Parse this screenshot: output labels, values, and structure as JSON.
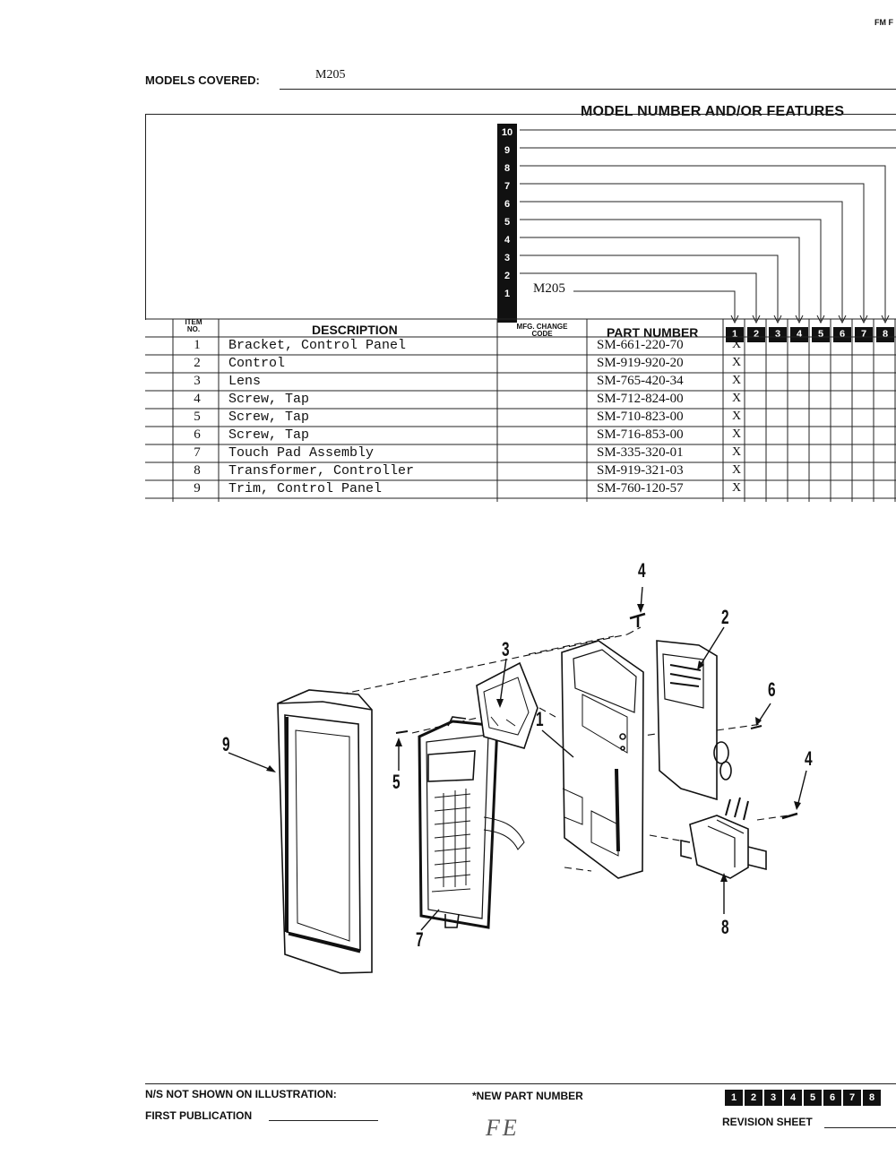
{
  "header": {
    "corner_code": "FM F",
    "models_covered_label": "MODELS COVERED:",
    "models_covered_value": "M205",
    "features_title": "MODEL NUMBER AND/OR FEATURES"
  },
  "model_slots": [
    "10",
    "9",
    "8",
    "7",
    "6",
    "5",
    "4",
    "3",
    "2",
    "1"
  ],
  "model_1_name": "M205",
  "table_header": {
    "item_no": "ITEM NO.",
    "description": "DESCRIPTION",
    "mfg_change_code": "MFG. CHANGE CODE",
    "part_number": "PART NUMBER",
    "columns": [
      "1",
      "2",
      "3",
      "4",
      "5",
      "6",
      "7",
      "8"
    ]
  },
  "parts": [
    {
      "item": "1",
      "description": "Bracket, Control Panel",
      "part_number": "SM-661-220-70",
      "mark": "X"
    },
    {
      "item": "2",
      "description": "Control",
      "part_number": "SM-919-920-20",
      "mark": "X"
    },
    {
      "item": "3",
      "description": "Lens",
      "part_number": "SM-765-420-34",
      "mark": "X"
    },
    {
      "item": "4",
      "description": "Screw, Tap",
      "part_number": "SM-712-824-00",
      "mark": "X"
    },
    {
      "item": "5",
      "description": "Screw, Tap",
      "part_number": "SM-710-823-00",
      "mark": "X"
    },
    {
      "item": "6",
      "description": "Screw, Tap",
      "part_number": "SM-716-853-00",
      "mark": "X"
    },
    {
      "item": "7",
      "description": "Touch Pad Assembly",
      "part_number": "SM-335-320-01",
      "mark": "X"
    },
    {
      "item": "8",
      "description": "Transformer, Controller",
      "part_number": "SM-919-321-03",
      "mark": "X"
    },
    {
      "item": "9",
      "description": "Trim, Control Panel",
      "part_number": "SM-760-120-57",
      "mark": "X"
    }
  ],
  "illustration": {
    "callouts": [
      "1",
      "2",
      "3",
      "4",
      "4",
      "5",
      "6",
      "7",
      "8",
      "9"
    ]
  },
  "footer": {
    "not_shown": "N/S NOT SHOWN ON ILLUSTRATION:",
    "new_part": "*NEW PART NUMBER",
    "first_publication": "FIRST PUBLICATION",
    "revision_sheet": "REVISION SHEET",
    "handwritten": "FE",
    "columns": [
      "1",
      "2",
      "3",
      "4",
      "5",
      "6",
      "7",
      "8"
    ]
  }
}
